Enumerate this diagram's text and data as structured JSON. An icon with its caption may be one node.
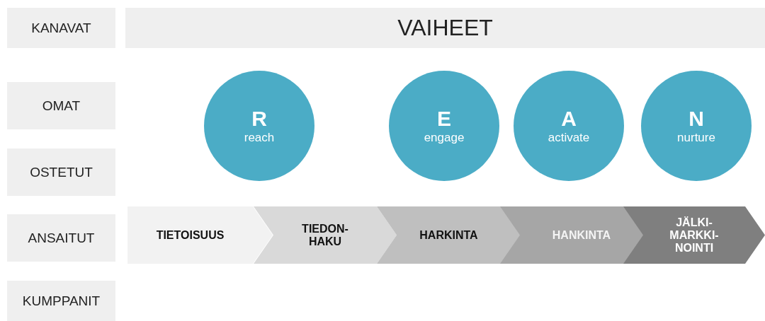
{
  "diagram": {
    "nodes": [
      {
        "text": [
          "KANAVAT"
        ]
      },
      {
        "text": [
          "VAIHEET"
        ]
      },
      {
        "text": [
          "OMAT"
        ]
      },
      {
        "text": [
          "R",
          "reach"
        ]
      },
      {
        "text": [
          "E",
          "engage"
        ]
      },
      {
        "text": [
          "A",
          "activate"
        ]
      },
      {
        "text": [
          "N",
          "nurture"
        ]
      },
      {
        "text": [
          "OSTETUT"
        ]
      },
      {
        "text": [
          "ANSAITUT"
        ]
      },
      {
        "text": [
          "TIETOISUUS"
        ]
      },
      {
        "text": [
          "TIEDON- HAKU"
        ]
      },
      {
        "text": [
          "HARKINTA"
        ]
      },
      {
        "text": [
          "HANKINTA"
        ]
      },
      {
        "text": [
          "JÄLKI- MARKKI- NOINTI"
        ]
      },
      {
        "text": [
          "KUMPPANIT"
        ]
      }
    ]
  }
}
